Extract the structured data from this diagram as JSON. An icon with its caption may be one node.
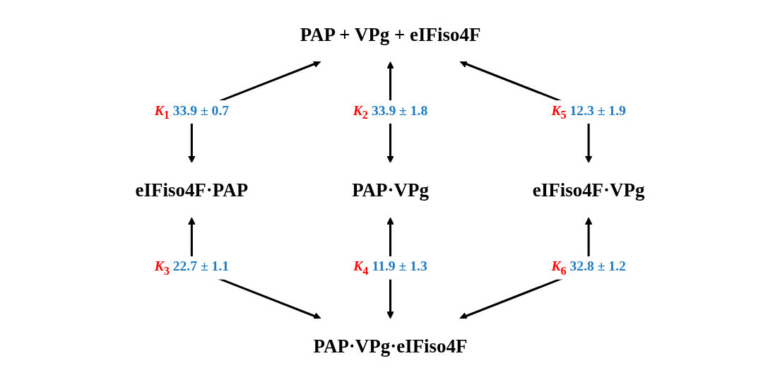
{
  "diagram": {
    "nodes": [
      {
        "text": [
          "PAP + VPg + eIFiso4F"
        ]
      },
      {
        "text": [
          "eIFiso4F·PAP"
        ]
      },
      {
        "text": [
          "PAP·VPg"
        ]
      },
      {
        "text": [
          "eIFiso4F·VPg"
        ]
      },
      {
        "text": [
          "PAP·VPg·eIFiso4F"
        ]
      }
    ],
    "edges": [
      {
        "from": 0,
        "to": 1,
        "arrow": "both",
        "label": "*K*$_{1}$ 33.9 ± 0.7"
      },
      {
        "from": 0,
        "to": 2,
        "arrow": "both",
        "label": "*K*$_{2}$ 33.9 ± 1.8"
      },
      {
        "from": 1,
        "to": 4,
        "arrow": "both",
        "label": "*K*$_{3}$ 22.7 ± 1.1"
      },
      {
        "from": 2,
        "to": 4,
        "arrow": "both",
        "label": "*K*$_{4}$ 11.9 ± 1.3"
      },
      {
        "from": 0,
        "to": 3,
        "arrow": "both",
        "label": "*K*$_{5}$ 12.3 ± 1.9"
      },
      {
        "from": 3,
        "to": 4,
        "arrow": "both",
        "label": "*K*$_{6}$ 32.8 ± 1.2"
      }
    ]
  }
}
